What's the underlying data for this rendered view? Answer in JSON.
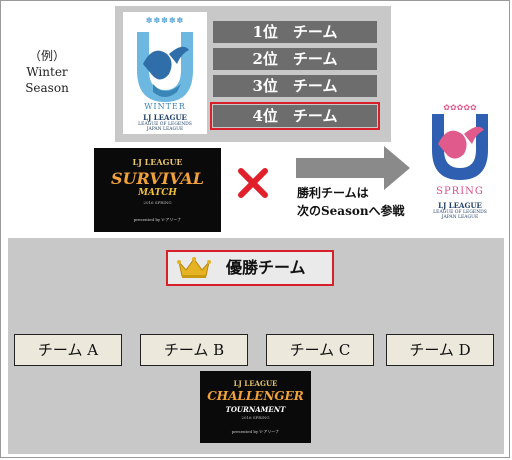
{
  "example_note": {
    "line1": "（例）",
    "line2": "Winter",
    "line3": "Season"
  },
  "winter_logo": {
    "stars": "✽✽✽✽✽",
    "season": "WINTER",
    "league": "LJ LEAGUE",
    "sub1": "LEAGUE OF LEGENDS",
    "sub2": "JAPAN LEAGUE"
  },
  "ranks": [
    "1位　チーム",
    "2位　チーム",
    "3位　チーム",
    "4位　チーム"
  ],
  "survival_logo": {
    "league": "LJ LEAGUE",
    "title": "SURVIVAL",
    "subtitle": "MATCH",
    "season": "2016 SPRING",
    "presented": "presented by V-アリーナ"
  },
  "arrow_note": {
    "line1": "勝利チームは",
    "line2": "次のSeasonへ参戦"
  },
  "spring_logo": {
    "season": "SPRING",
    "league": "LJ LEAGUE",
    "sub1": "LEAGUE OF LEGENDS",
    "sub2": "JAPAN LEAGUE"
  },
  "champion_label": "優勝チーム",
  "teams": [
    "チーム A",
    "チーム B",
    "チーム C",
    "チーム D"
  ],
  "challenger_logo": {
    "league": "LJ LEAGUE",
    "title": "CHALLENGER",
    "subtitle": "TOURNAMENT",
    "season": "2016 SPRING",
    "presented": "presented by V-アリーナ"
  },
  "colors": {
    "highlight": "#d9202a",
    "panel": "#c8c8c8",
    "rank_box": "#6d6d6d",
    "team_box": "#ece9dc",
    "arrow": "#8a8a8a",
    "crown": "#e6b422"
  }
}
